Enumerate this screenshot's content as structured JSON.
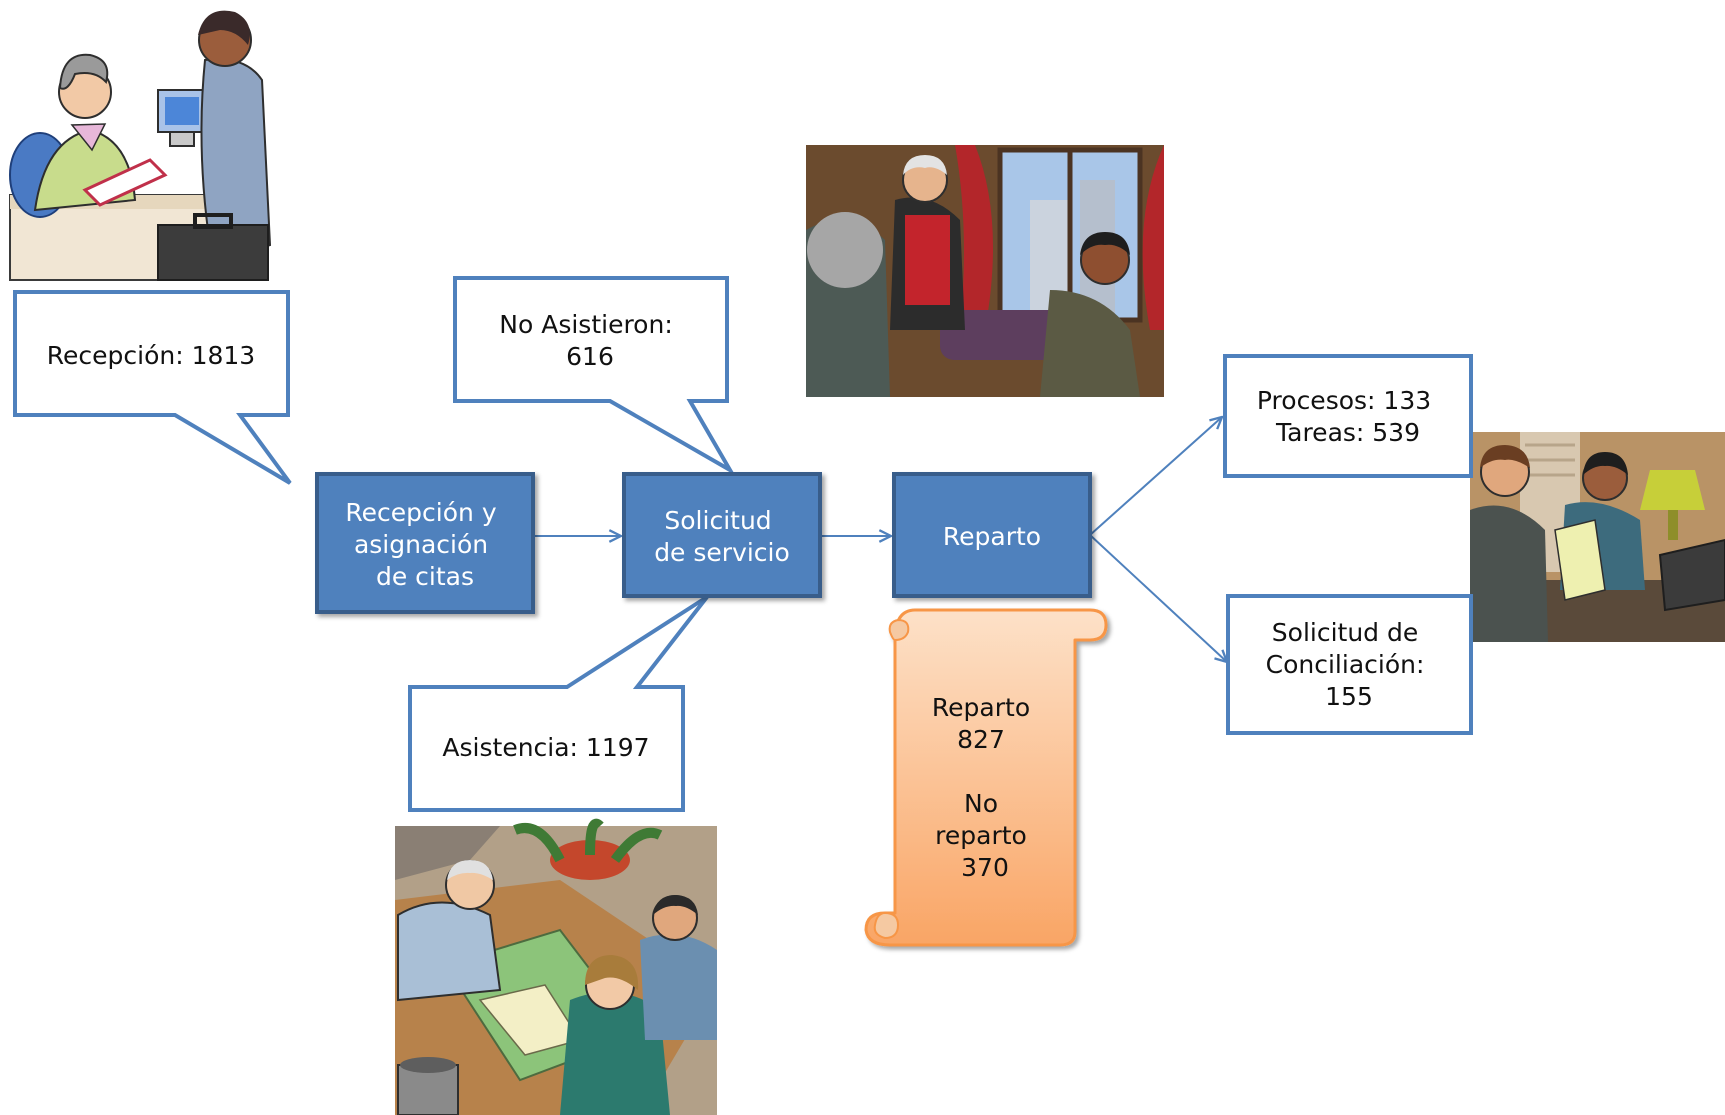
{
  "colors": {
    "process_fill": "#4f81bd",
    "process_border": "#385d8a",
    "callout_border": "#4f81bd",
    "scroll_fill_top": "#fde1c8",
    "scroll_fill_bottom": "#f9a565",
    "scroll_border": "#f79646",
    "arrow": "#4f81bd"
  },
  "nodes": {
    "recepcion_citas": {
      "lines": [
        "Recepción y",
        "asignación",
        "de citas"
      ]
    },
    "solicitud_servicio": {
      "lines": [
        "Solicitud",
        "de servicio"
      ]
    },
    "reparto": {
      "lines": [
        "Reparto"
      ]
    }
  },
  "callouts": {
    "recepcion": {
      "lines": [
        "Recepción:  1813"
      ]
    },
    "no_asistieron": {
      "lines": [
        "No Asistieron:",
        "616"
      ]
    },
    "asistencia": {
      "lines": [
        "Asistencia:  1197"
      ]
    },
    "procesos_tareas": {
      "lines": [
        "Procesos:  133",
        "Tareas:  539"
      ]
    },
    "conciliacion": {
      "lines": [
        "Solicitud de",
        "Conciliación:",
        "155"
      ]
    }
  },
  "scroll": {
    "lines": [
      "Reparto",
      "827",
      "",
      "No",
      "reparto",
      "370"
    ]
  },
  "images": [
    {
      "name": "receptionist-clipart",
      "icon": "receptionist-meeting-illustration"
    },
    {
      "name": "office-meeting-clipart",
      "icon": "business-meeting-illustration"
    },
    {
      "name": "desk-meeting-clipart",
      "icon": "desk-conversation-illustration"
    },
    {
      "name": "team-table-clipart",
      "icon": "team-table-meeting-illustration"
    }
  ]
}
